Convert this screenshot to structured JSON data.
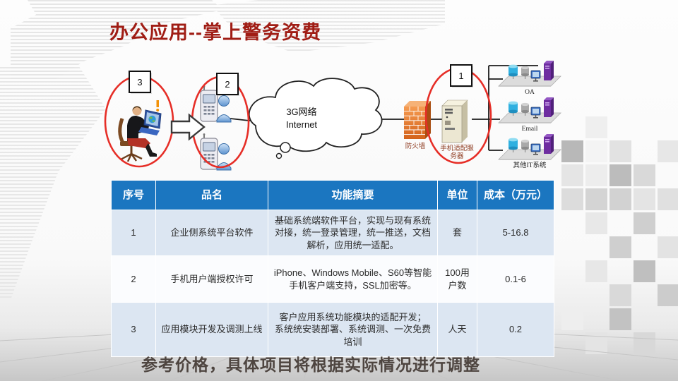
{
  "slide": {
    "title": "办公应用--掌上警务资费",
    "note": "参考价格，具体项目将根据实际情况进行调整"
  },
  "diagram": {
    "steps": {
      "s1": "1",
      "s2": "2",
      "s3": "3"
    },
    "cloud_line1": "3G网络",
    "cloud_line2": "Internet",
    "firewall_label": "防火墙",
    "server_label_line1": "手机适配服",
    "server_label_line2": "务器",
    "system_oa": "OA",
    "system_email": "Email",
    "system_other": "其他IT系统"
  },
  "table": {
    "headers": [
      "序号",
      "品名",
      "功能摘要",
      "单位",
      "成本（万元）"
    ],
    "rows": [
      [
        "1",
        "企业侧系统平台软件",
        "基础系统端软件平台，实现与现有系统对接，统一登录管理，统一推送，文档解析，应用统一适配。",
        "套",
        "5-16.8"
      ],
      [
        "2",
        "手机用户端授权许可",
        "iPhone、Windows Mobile、S60等智能手机客户端支持，SSL加密等。",
        "100用户数",
        "0.1-6"
      ],
      [
        "3",
        "应用模块开发及调测上线",
        "客户应用系统功能模块的适配开发；\n系统统安装部署、系统调测、一次免费培训",
        "人天",
        "0.2"
      ]
    ]
  },
  "colors": {
    "title_red": "#A01D15",
    "header_blue": "#1B76C0",
    "row_alt_blue": "#DCE6F2",
    "ellipse_red": "#E62E27",
    "note_gray": "#4E4540"
  }
}
